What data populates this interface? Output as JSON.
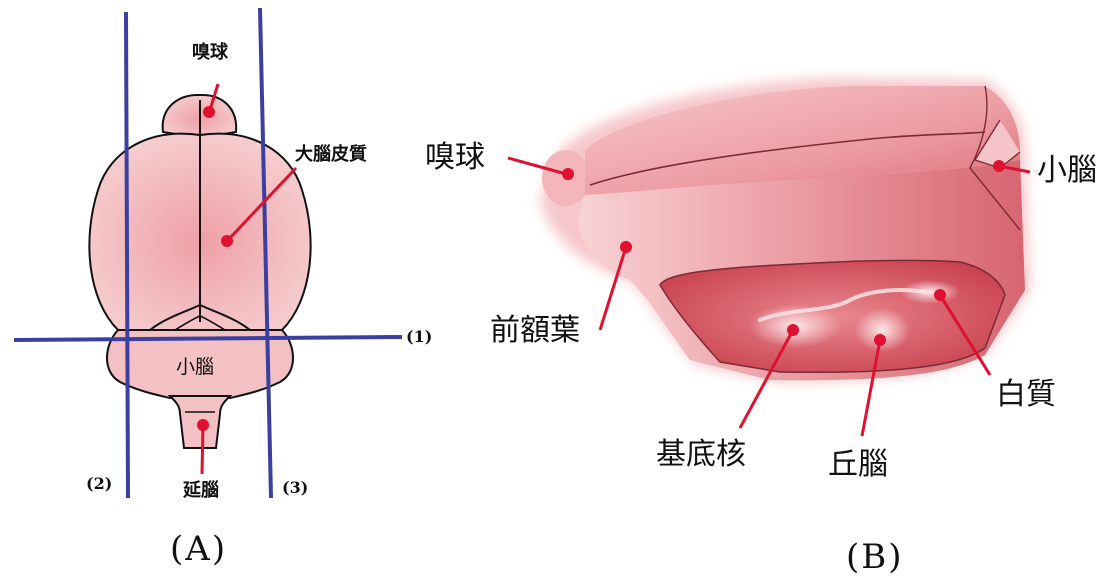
{
  "panel_a": {
    "caption": "(A)",
    "labels": {
      "olfactory_bulb": "嗅球",
      "cerebral_cortex": "大腦皮質",
      "cerebellum": "小腦",
      "medulla": "延腦"
    },
    "section_markers": {
      "cut_1": "(1)",
      "cut_2": "(2)",
      "cut_3": "(3)"
    }
  },
  "panel_b": {
    "caption": "(B)",
    "labels": {
      "olfactory_bulb": "嗅球",
      "cerebellum": "小腦",
      "frontal_lobe": "前額葉",
      "white_matter": "白質",
      "basal_ganglia": "基底核",
      "thalamus": "丘腦"
    }
  },
  "colors": {
    "section_line": "#3a3fa0",
    "pointer": "#e01030",
    "brain_fill": "#f2b8bb",
    "brain_outline": "#111111",
    "slice_fill": "#d8525e"
  }
}
